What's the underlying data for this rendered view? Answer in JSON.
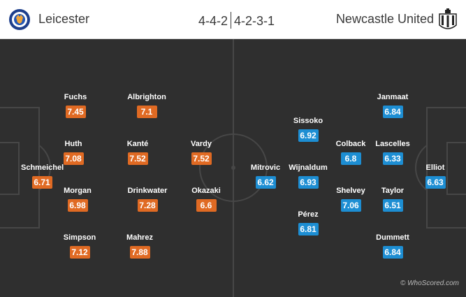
{
  "header": {
    "home_team": "Leicester",
    "away_team": "Newcastle United",
    "home_formation": "4-4-2",
    "away_formation": "4-2-3-1",
    "home_crest_icon": "fox-crest-icon",
    "away_crest_icon": "magpies-crest-icon"
  },
  "colors": {
    "home_rating_bg": "#e06a23",
    "away_rating_bg": "#1d8ed3",
    "pitch_bg": "#2f2f2f"
  },
  "home_players": [
    {
      "name": "Fuchs",
      "rating": "7.45"
    },
    {
      "name": "Albrighton",
      "rating": "7.1"
    },
    {
      "name": "Huth",
      "rating": "7.08"
    },
    {
      "name": "Kanté",
      "rating": "7.52"
    },
    {
      "name": "Vardy",
      "rating": "7.52"
    },
    {
      "name": "Schmeichel",
      "rating": "6.71"
    },
    {
      "name": "Morgan",
      "rating": "6.98"
    },
    {
      "name": "Drinkwater",
      "rating": "7.28"
    },
    {
      "name": "Okazaki",
      "rating": "6.6"
    },
    {
      "name": "Simpson",
      "rating": "7.12"
    },
    {
      "name": "Mahrez",
      "rating": "7.88"
    }
  ],
  "away_players": [
    {
      "name": "Janmaat",
      "rating": "6.84"
    },
    {
      "name": "Sissoko",
      "rating": "6.92"
    },
    {
      "name": "Colback",
      "rating": "6.8"
    },
    {
      "name": "Lascelles",
      "rating": "6.33"
    },
    {
      "name": "Mitrovic",
      "rating": "6.62"
    },
    {
      "name": "Wijnaldum",
      "rating": "6.93"
    },
    {
      "name": "Elliot",
      "rating": "6.63"
    },
    {
      "name": "Shelvey",
      "rating": "7.06"
    },
    {
      "name": "Taylor",
      "rating": "6.51"
    },
    {
      "name": "Pérez",
      "rating": "6.81"
    },
    {
      "name": "Dummett",
      "rating": "6.84"
    }
  ],
  "footer": {
    "watermark": "© WhoScored.com"
  }
}
